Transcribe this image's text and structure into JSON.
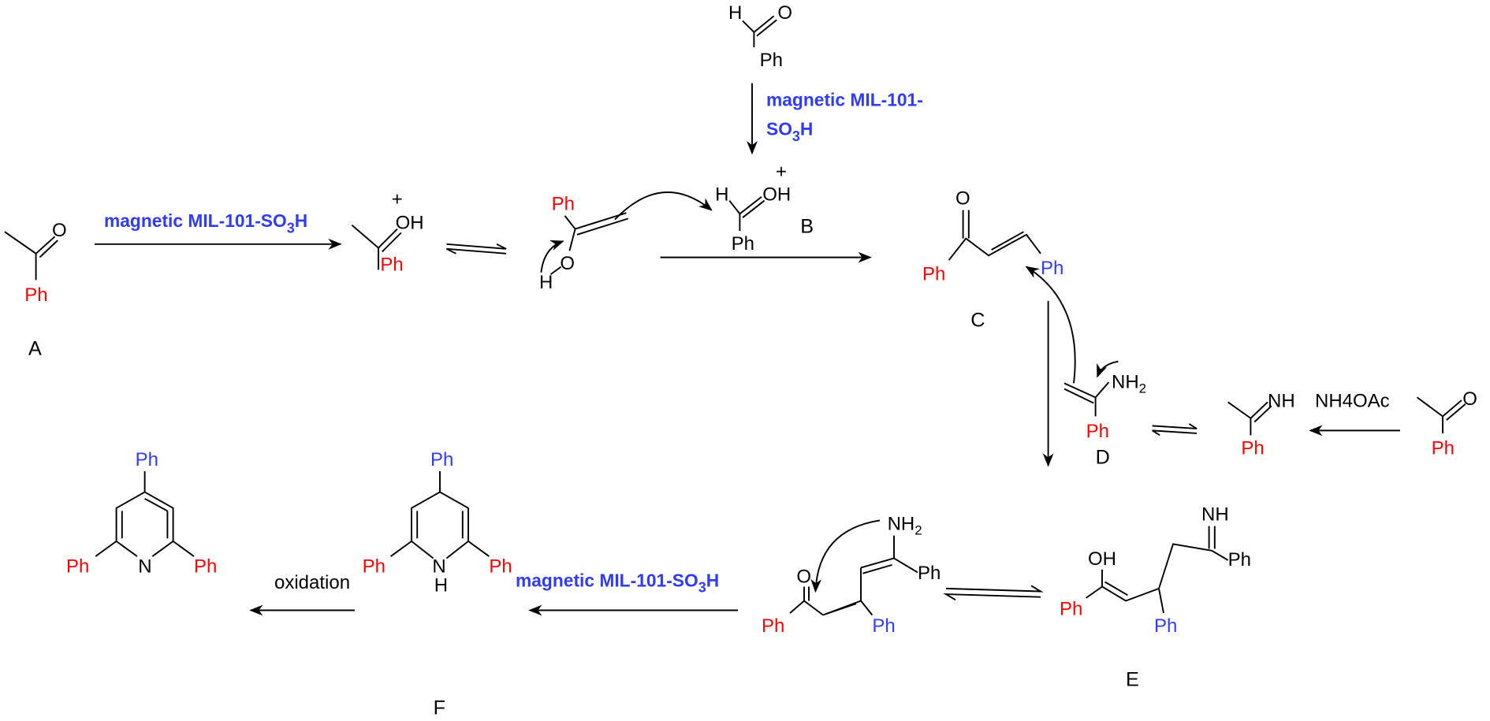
{
  "title": "Proposed mechanism for 2,4,6-triphenylpyridine synthesis catalyzed by magnetic MIL-101-SO3H",
  "colors": {
    "aryl_red": "#ff0000",
    "aryl_blue": "#2f3cff",
    "reagent": "#2f3cff"
  },
  "reagent": {
    "main": "magnetic MIL-101-SO",
    "sub": "3",
    "end": "H"
  },
  "reagent_top": {
    "line1": "magnetic MIL-101-",
    "line2_main": "SO",
    "line2_sub": "3",
    "line2_end": "H"
  },
  "atoms": {
    "O": "O",
    "OH": "OH",
    "H": "H",
    "Ph": "Ph",
    "plus": "+",
    "NH": "NH",
    "NH2_main": "NH",
    "NH2_sub": "2",
    "N": "N"
  },
  "labels": {
    "A": "A",
    "B": "B",
    "C": "C",
    "D": "D",
    "E": "E",
    "F": "F"
  },
  "nh4oac": "NH4OAc",
  "oxidation": "oxidation"
}
